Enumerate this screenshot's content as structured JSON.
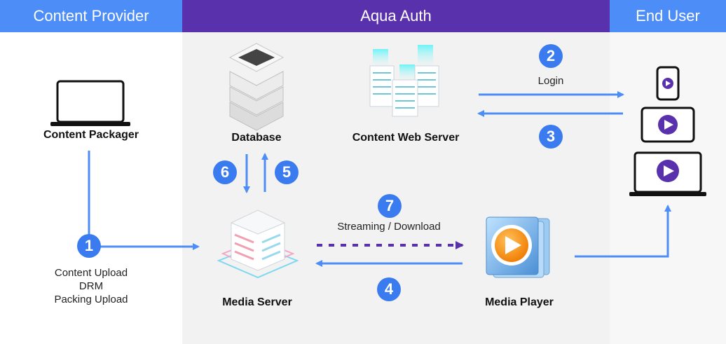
{
  "headers": {
    "content_provider": "Content Provider",
    "aqua_auth": "Aqua Auth",
    "end_user": "End User"
  },
  "nodes": {
    "content_packager": "Content Packager",
    "database": "Database",
    "content_web_server": "Content Web Server",
    "media_server": "Media Server",
    "media_player": "Media Player"
  },
  "edge_labels": {
    "login": "Login",
    "streaming_download": "Streaming / Download",
    "upload_lines": [
      "Content Upload",
      "DRM",
      "Packing Upload"
    ]
  },
  "steps": [
    "1",
    "2",
    "3",
    "4",
    "5",
    "6",
    "7"
  ],
  "colors": {
    "blue": "#4d8df7",
    "purple": "#5931ad",
    "arrow_blue": "#4d8df7",
    "arrow_purple": "#5931ad",
    "badge": "#3a7bf0"
  },
  "icons": {
    "content_packager": "laptop-icon",
    "database": "database-icon",
    "content_web_server": "server-cluster-icon",
    "media_server": "media-server-icon",
    "media_player": "media-player-icon",
    "end_user": [
      "phone-icon",
      "tablet-icon",
      "laptop-icon"
    ]
  }
}
